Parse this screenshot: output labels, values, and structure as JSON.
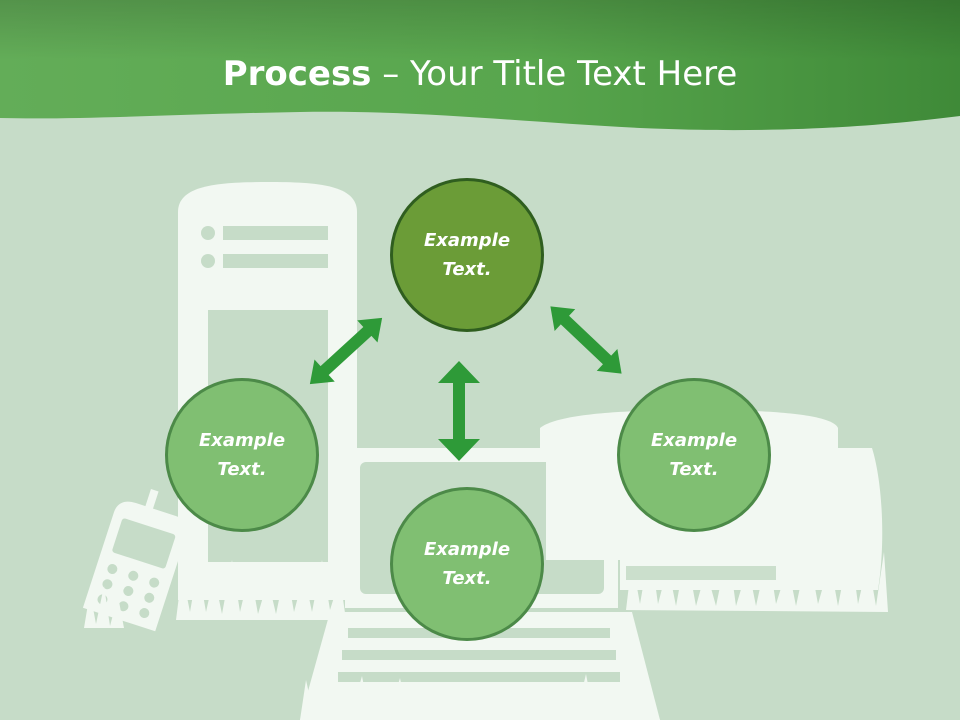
{
  "title": {
    "bold": "Process",
    "rest": " – Your Title Text Here"
  },
  "nodes": [
    {
      "id": "top",
      "label": "Example Text."
    },
    {
      "id": "left",
      "label": "Example Text."
    },
    {
      "id": "right",
      "label": "Example Text."
    },
    {
      "id": "bottom",
      "label": "Example Text."
    }
  ],
  "colors": {
    "background": "#c6dcc8",
    "header_green": "#4e9a45",
    "node_fill": "#80bf72",
    "node_top_fill": "#6b9c37",
    "arrow": "#2e9a38",
    "silhouette": "#f2f8f2"
  }
}
